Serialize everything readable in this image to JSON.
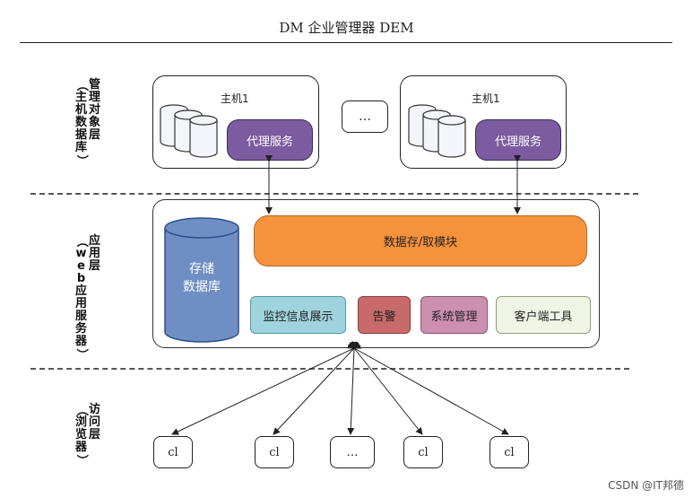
{
  "title": "DM 企业管理器 DEM",
  "layers": {
    "top": {
      "label": [
        "管理",
        "对象层",
        "（主机",
        "数据库）"
      ]
    },
    "middle": {
      "label": [
        "应用层",
        "（web应用服务器）"
      ]
    },
    "bottom": {
      "label": [
        "访问",
        "层",
        "（浏览器）"
      ]
    }
  },
  "hosts": [
    {
      "label": "主机1",
      "agent": "代理服务"
    },
    {
      "label": "主机1",
      "agent": "代理服务"
    }
  ],
  "host_ellipsis": "…",
  "app": {
    "storage_db": [
      "存储",
      "数据库"
    ],
    "module": "数据存/取模块",
    "features": [
      "监控信息展示",
      "告警",
      "系统管理",
      "客户端工具"
    ]
  },
  "clients": [
    "cl",
    "cl",
    "…",
    "cl",
    "cl"
  ],
  "watermark": "CSDN @IT邦德",
  "colors": {
    "agent": "#7c5ba0",
    "storage_db": "#6f8fc4",
    "module": "#f7923c",
    "monitor": "#9fd3de",
    "alarm": "#c96a6a",
    "sysmgmt": "#cc8fb0",
    "client_tool": "#eef5e4"
  }
}
